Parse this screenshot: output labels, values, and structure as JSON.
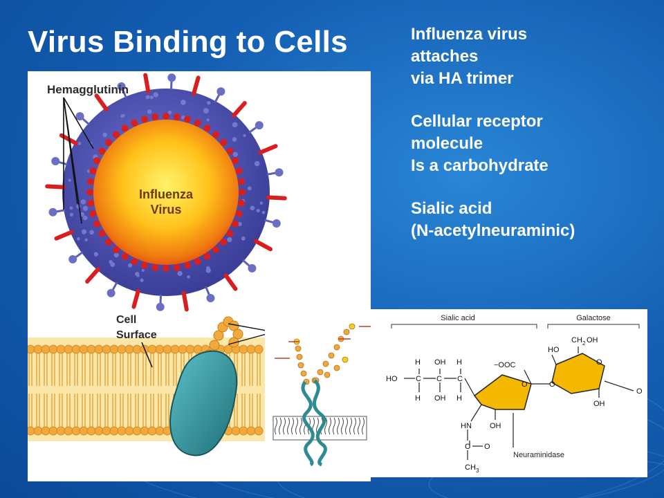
{
  "slide": {
    "title": "Virus Binding to Cells",
    "lines": [
      "Influenza virus",
      "attaches",
      "via HA trimer",
      "",
      "Cellular receptor",
      "molecule",
      "Is a carbohydrate",
      "",
      "Sialic acid",
      "(N-acetylneuraminic)"
    ]
  },
  "virus_diagram": {
    "label_hemagglutinin": "Hemagglutinin",
    "label_virus_1": "Influenza",
    "label_virus_2": "Virus",
    "label_cell_1": "Cell",
    "label_cell_2": "Surface"
  },
  "chem_diagram": {
    "label_sialic_acid": "Sialic acid",
    "label_galactose": "Galactose",
    "label_neuraminidase": "Neuraminidase",
    "atoms": {
      "h": "H",
      "oh": "OH",
      "ho_c": "HO",
      "c": "C",
      "o": "O",
      "hn": "HN",
      "ch3": "CH",
      "ch3_sub": "3",
      "ooc": "−OOC",
      "ch2oh": "CH",
      "ch2oh_sub": "2",
      "ch2oh_end": "OH",
      "ho": "HO"
    }
  },
  "colors": {
    "background": "#1560b4",
    "title_text": "#ffffff",
    "virus_envelope": "#4a4fa8",
    "virus_core": "#f7c21a",
    "ha_spike": "#d81e1e",
    "membrane": "#f2a93b",
    "receptor_protein": "#2f8a93",
    "sugar_ring": "#f5b800"
  }
}
